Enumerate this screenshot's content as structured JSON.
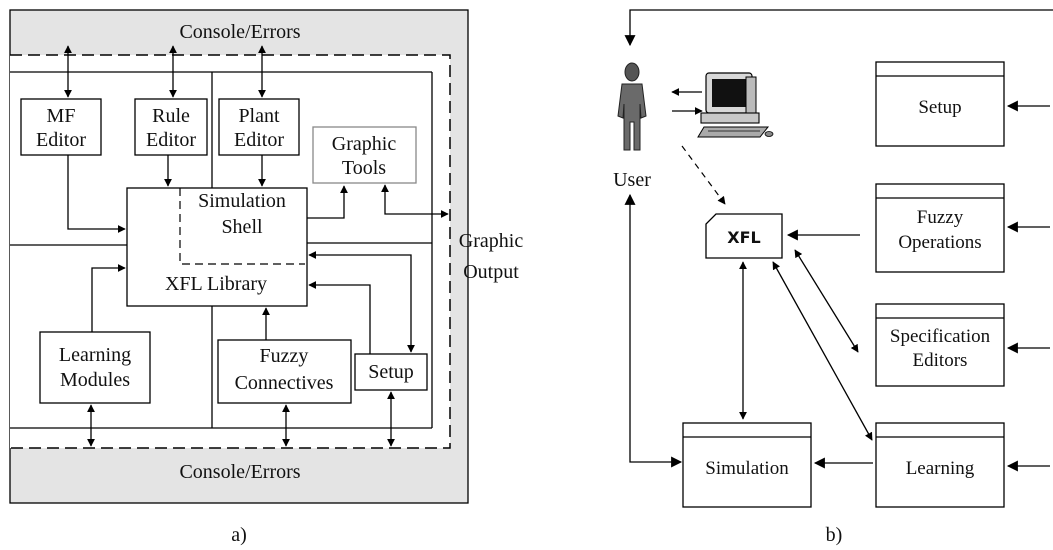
{
  "diagram_a": {
    "caption": "a)",
    "console_top": "Console/Errors",
    "console_bottom": "Console/Errors",
    "graphic_output": [
      "Graphic",
      "Output"
    ],
    "mf_editor": [
      "MF",
      "Editor"
    ],
    "rule_editor": [
      "Rule",
      "Editor"
    ],
    "plant_editor": [
      "Plant",
      "Editor"
    ],
    "graphic_tools": [
      "Graphic",
      "Tools"
    ],
    "simulation_shell": [
      "Simulation",
      "Shell"
    ],
    "xfl_library": "XFL Library",
    "learning_modules": [
      "Learning",
      "Modules"
    ],
    "fuzzy_connectives": [
      "Fuzzy",
      "Connectives"
    ],
    "setup": "Setup"
  },
  "diagram_b": {
    "caption": "b)",
    "user": "User",
    "xfl": "XFL",
    "setup": "Setup",
    "fuzzy_operations": [
      "Fuzzy",
      "Operations"
    ],
    "specification_editors": [
      "Specification",
      "Editors"
    ],
    "simulation": "Simulation",
    "learning": "Learning"
  }
}
